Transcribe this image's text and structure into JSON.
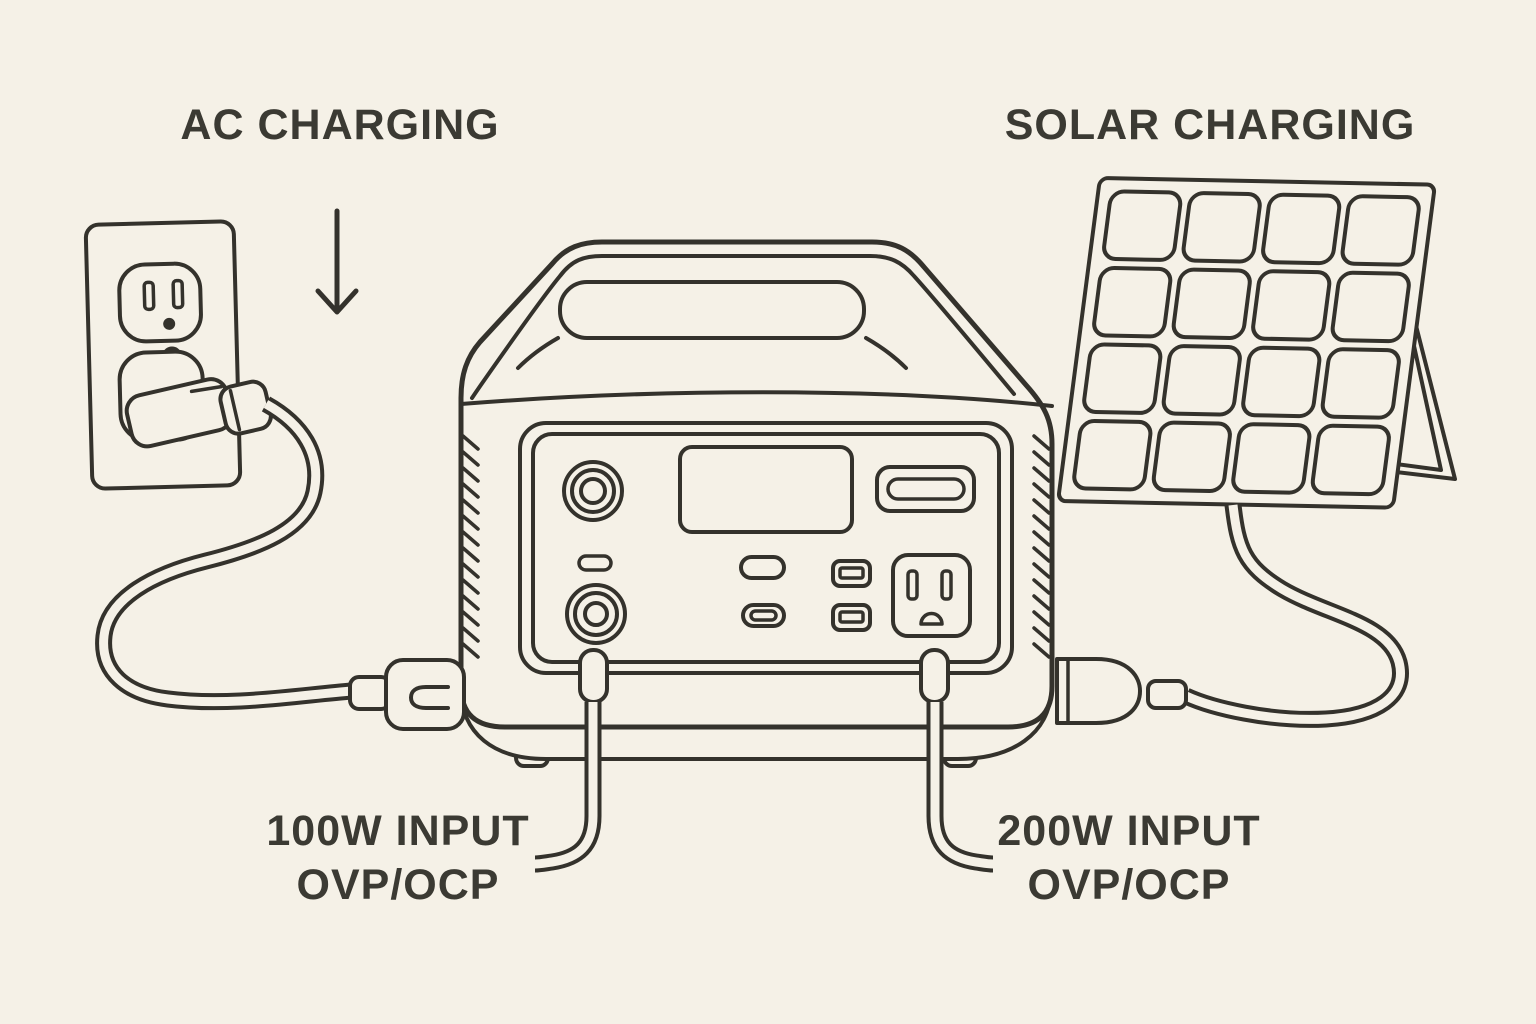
{
  "labels": {
    "ac_charging": "AC CHARGING",
    "solar_charging": "SOLAR CHARGING",
    "ac_input_watts": "100W INPUT",
    "ac_input_protection": "OVP/OCP",
    "solar_input_watts": "200W INPUT",
    "solar_input_protection": "OVP/OCP"
  },
  "colors": {
    "background": "#f5f1e7",
    "line": "#34322c",
    "text": "#3b3a33"
  },
  "diagram": {
    "elements": [
      "wall-outlet",
      "ac-plug",
      "ac-cable",
      "down-arrow",
      "portable-power-station",
      "carry-handle",
      "display-screen",
      "power-button",
      "dc-knob",
      "usb-c-port",
      "usb-a-ports",
      "ac-output-socket",
      "led-light-bar",
      "solar-panel",
      "kickstand",
      "solar-cable",
      "ac-input-connector",
      "solar-input-connector"
    ]
  }
}
